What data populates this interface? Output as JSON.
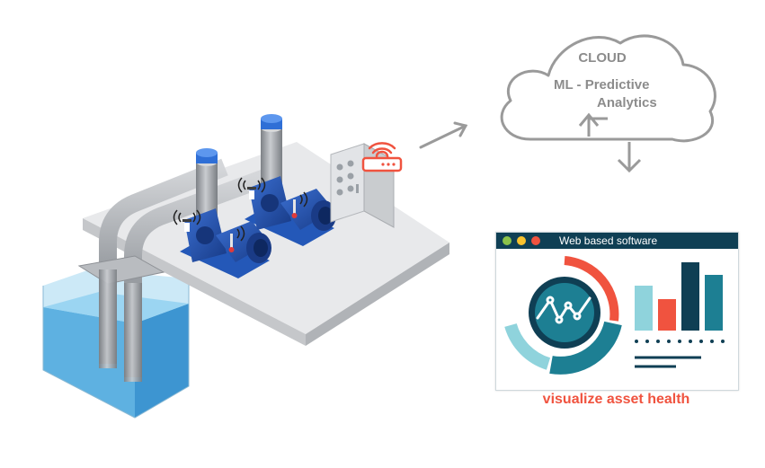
{
  "cloud": {
    "title": "CLOUD",
    "line1": "ML - Predictive",
    "line2": "Analytics"
  },
  "software": {
    "window_title": "Web based software",
    "dot_colors": [
      "#8bc34a",
      "#f9c22e",
      "#f0533f"
    ],
    "caption": "visualize asset health"
  },
  "colors": {
    "accent_red": "#f0533f",
    "dark_teal": "#0f3f54",
    "teal": "#1d7f93",
    "light_teal": "#8fd3dc",
    "pump_blue": "#1f4fa8",
    "water_blue": "#5fb7e6"
  },
  "icons": [
    "wifi-router-icon",
    "wifi-signal-icon",
    "thermometer-icon",
    "cloud-icon",
    "arrow-icon",
    "pulse-icon"
  ]
}
